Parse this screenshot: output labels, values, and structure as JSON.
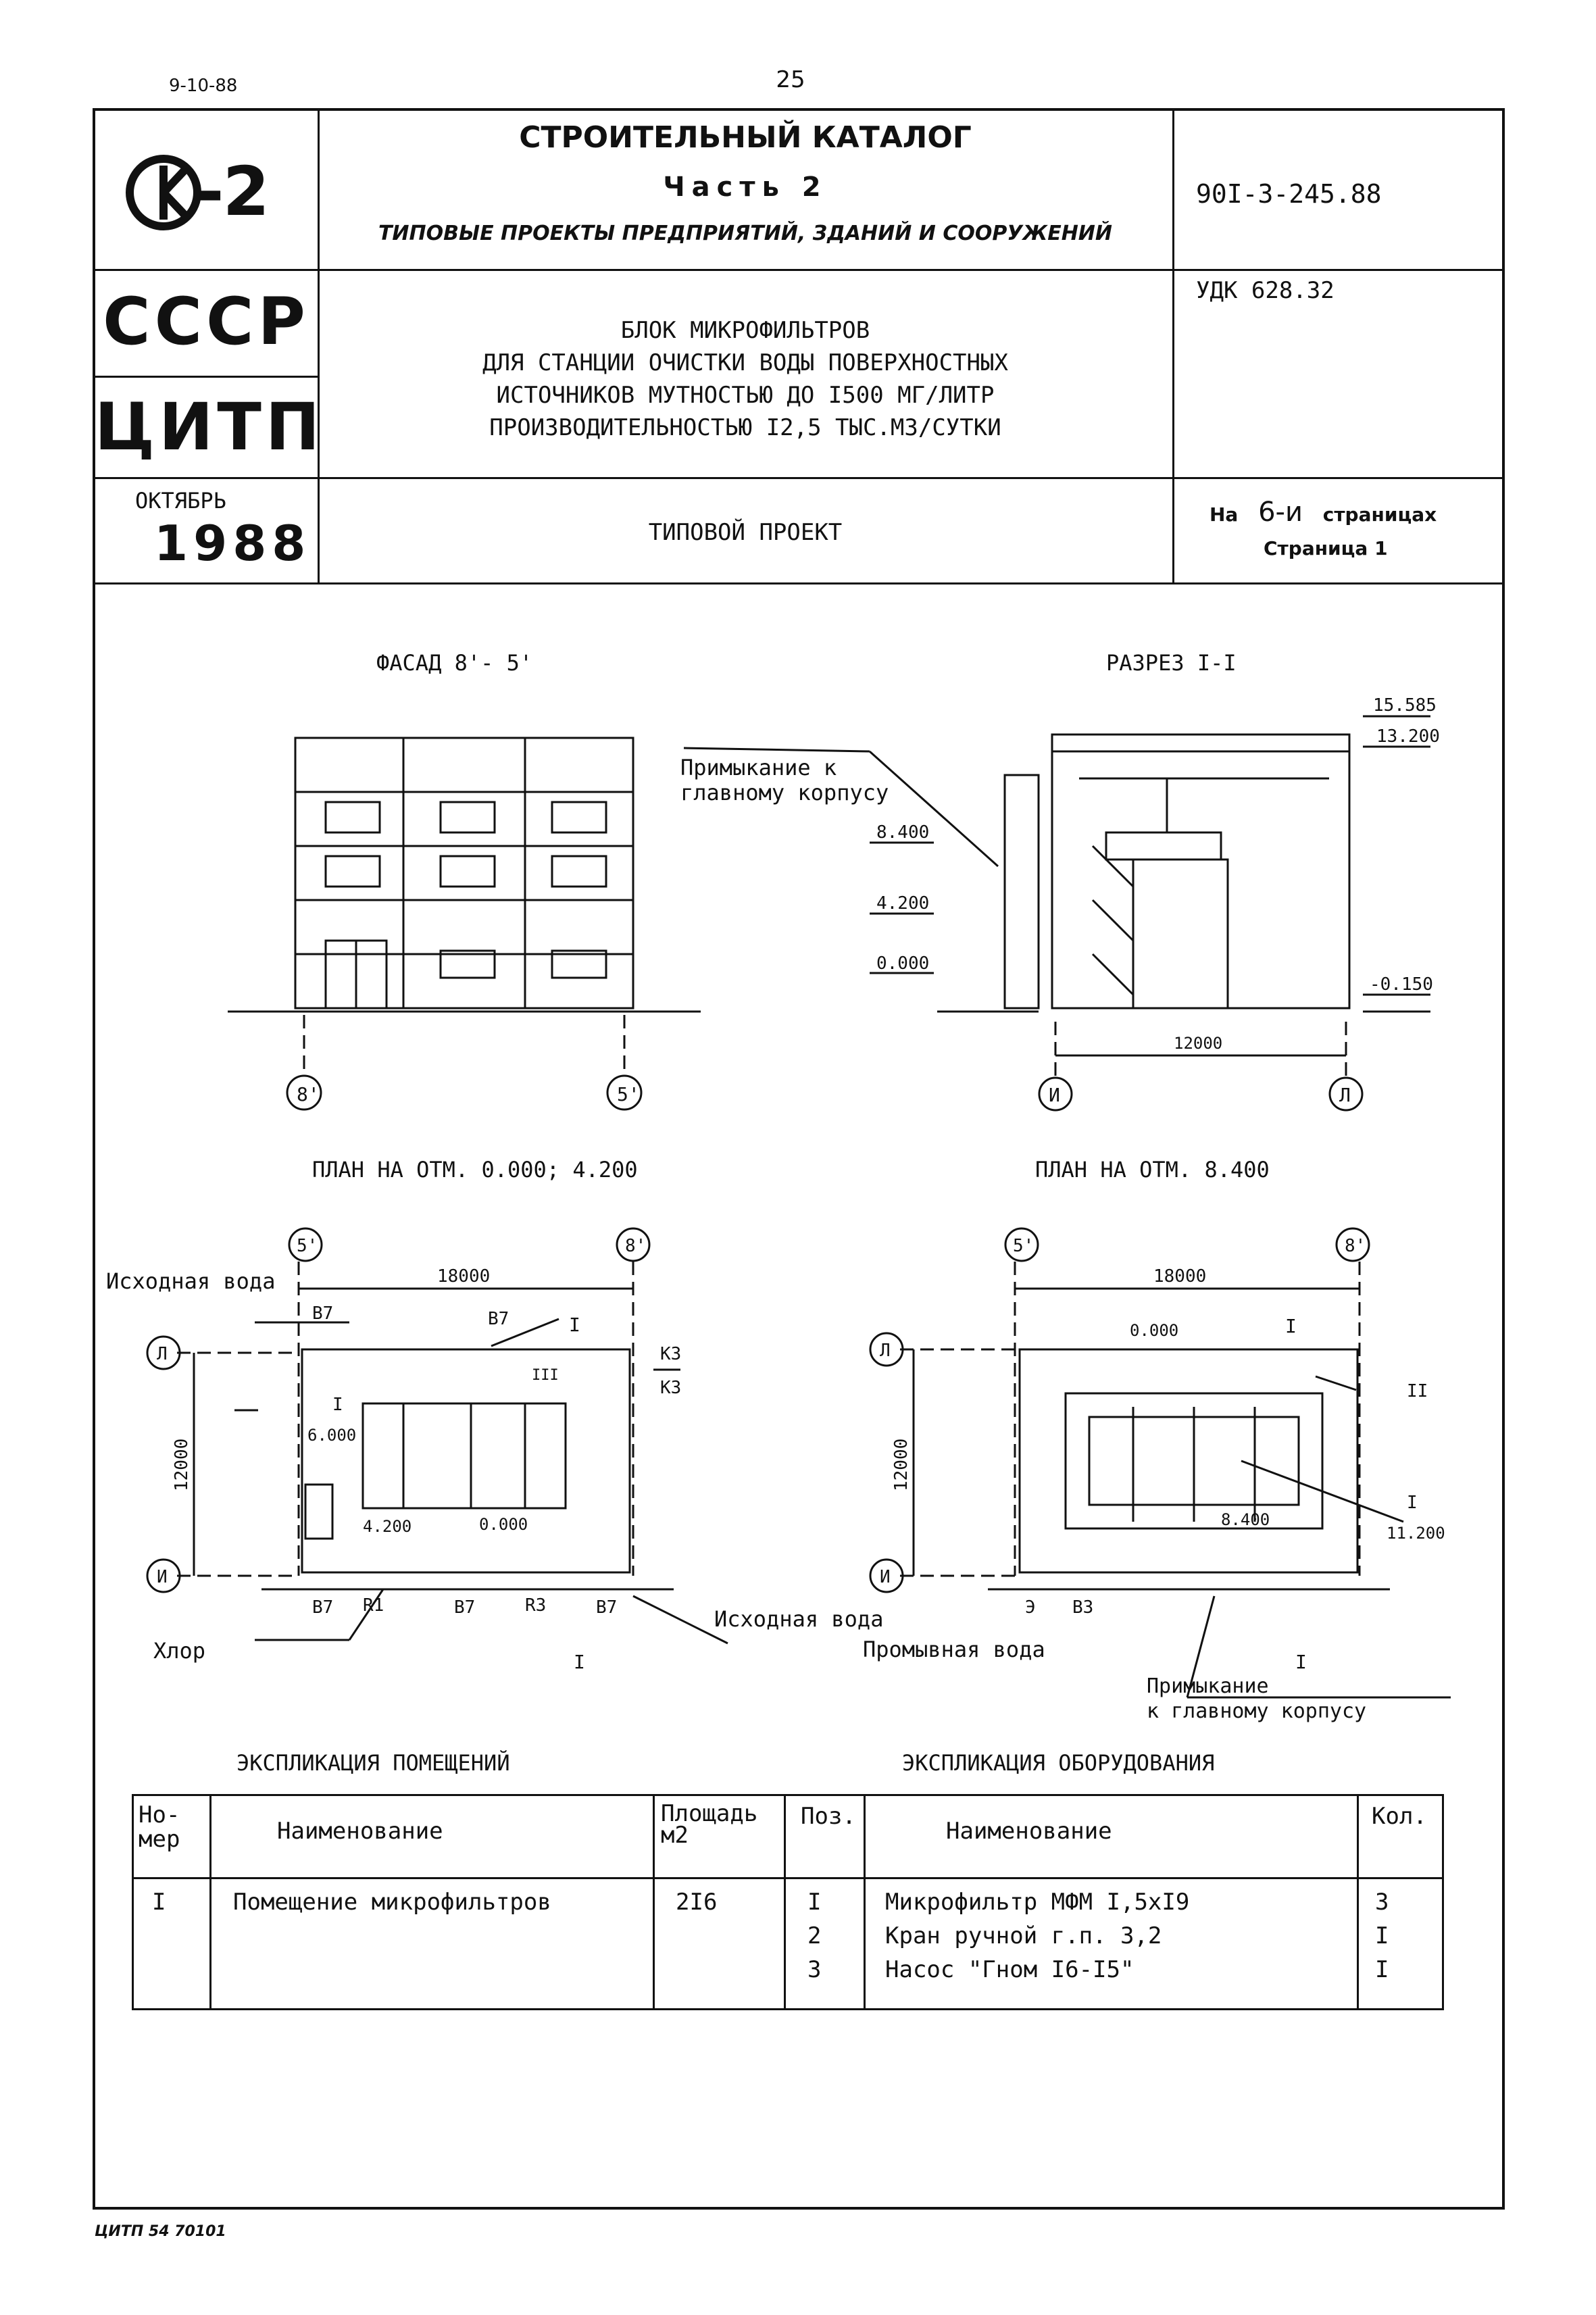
{
  "header": {
    "date_stamp": "9-10-88",
    "page_number": "25"
  },
  "title_block": {
    "logo_text": "К-2",
    "catalog_title": "СТРОИТЕЛЬНЫЙ КАТАЛОГ",
    "part": "Часть 2",
    "subtitle": "ТИПОВЫЕ ПРОЕКТЫ ПРЕДПРИЯТИЙ, ЗДАНИЙ И СООРУЖЕНИЙ",
    "project_code": "90I-3-245.88",
    "country": "СССР",
    "org": "ЦИТП",
    "udk": "УДК 628.32",
    "project_title_lines": [
      "БЛОК МИКРОФИЛЬТРОВ",
      "ДЛЯ СТАНЦИИ ОЧИСТКИ ВОДЫ ПОВЕРХНОСТНЫХ",
      "ИСТОЧНИКОВ МУТНОСТЬЮ ДО I500 МГ/ЛИТР",
      "ПРОИЗВОДИТЕЛЬНОСТЬЮ I2,5 ТЫС.М3/СУТКИ"
    ],
    "month": "ОКТЯБРЬ",
    "year": "1988",
    "doc_type": "ТИПОВОЙ ПРОЕКТ",
    "pages_prefix": "На",
    "pages_count": "6-и",
    "pages_suffix": "страницах",
    "page_label": "Страница 1"
  },
  "drawings": {
    "facade": {
      "title": "ФАСАД 8'- 5'",
      "axis_left": "8'",
      "axis_right": "5'"
    },
    "section": {
      "title": "РАЗРЕЗ I-I",
      "note_line1": "Примыкание к",
      "note_line2": "главному корпусу",
      "levels": [
        "15.585",
        "13.200",
        "8.400",
        "4.200",
        "0.000",
        "-0.150"
      ],
      "dim_width": "12000",
      "axis_left": "И",
      "axis_right": "Л"
    },
    "plan_lower": {
      "title": "ПЛАН НА ОТМ. 0.000; 4.200",
      "axis_left": "5'",
      "axis_right": "8'",
      "axis_top": "Л",
      "axis_bottom": "И",
      "dim_width": "18000",
      "dim_depth": "12000",
      "label_source_water": "Исходная вода",
      "label_source_water_2": "Исходная вода",
      "label_wash_water": "Промывная вода",
      "label_chlorine": "Хлор",
      "pipe_b7": "В7",
      "pipe_k3": "К3",
      "pipe_r1": "R1",
      "pipe_r3": "R3",
      "room_num": "I",
      "equip_num": "III",
      "levels": [
        "6.000",
        "4.200",
        "0.000"
      ],
      "section_mark": "I"
    },
    "plan_upper": {
      "title": "ПЛАН НА ОТМ. 8.400",
      "axis_left": "5'",
      "axis_right": "8'",
      "axis_top": "Л",
      "axis_bottom": "И",
      "dim_width": "18000",
      "dim_depth": "12000",
      "label_adjoin_line1": "Примыкание",
      "label_adjoin_line2": "к главному корпусу",
      "pipe_e": "Э",
      "pipe_b3": "В3",
      "equip_num": "II",
      "mark_i": "I",
      "levels": [
        "0.000",
        "8.400",
        "11.200"
      ],
      "section_mark": "I"
    }
  },
  "rooms_table": {
    "caption": "ЭКСПЛИКАЦИЯ ПОМЕЩЕНИЙ",
    "col_num": "Но-\nмер",
    "col_name": "Наименование",
    "col_area": "Площадь\nм2",
    "rows": [
      {
        "num": "I",
        "name": "Помещение микрофильтров",
        "area": "2I6"
      }
    ]
  },
  "equipment_table": {
    "caption": "ЭКСПЛИКАЦИЯ ОБОРУДОВАНИЯ",
    "col_pos": "Поз.",
    "col_name": "Наименование",
    "col_qty": "Кол.",
    "rows": [
      {
        "pos": "I",
        "name": "Микрофильтр МФМ I,5хI9",
        "qty": "3"
      },
      {
        "pos": "2",
        "name": "Кран ручной г.п. 3,2",
        "qty": "I"
      },
      {
        "pos": "3",
        "name": "Насос \"Гном I6-I5\"",
        "qty": "I"
      }
    ]
  },
  "footer": {
    "stamp": "ЦИТП 54 70101"
  }
}
